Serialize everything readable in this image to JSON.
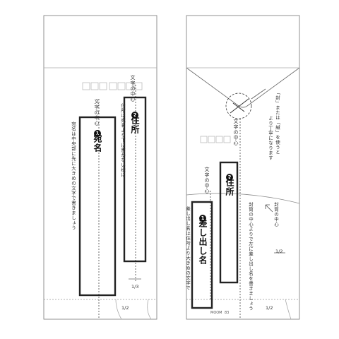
{
  "left": {
    "recipient_num": "1",
    "recipient_title": "宛名",
    "recipient_note": "宛名は中央部に先に大きめの文字で書きましょう",
    "address_num": "2",
    "address_title": "住所",
    "address_note": "住所は宛名より下に書かない様に",
    "center_label": "文字の中心",
    "frac_one_third": "1/3",
    "frac_one_half": "1/2"
  },
  "right": {
    "address_num": "2",
    "address_title": "住所",
    "sender_num": "1",
    "sender_title": "差し出し名",
    "sender_note": "差し出し名は住所より大きめの文字で",
    "center_label": "文字の中心",
    "seal_note_line1": "「封」または「緘」を使うと",
    "seal_note_line2": "より丁寧になります",
    "envelope_center": "封筒の中心",
    "envelope_center_note": "封筒の中心よりで左に差し出し名を書きましょう",
    "frac_one_half_top": "1/2",
    "frac_one_half_bottom": "1/2",
    "brand": "MOOM",
    "brand_code": "83"
  },
  "colors": {
    "line": "#555555",
    "box": "#222222",
    "fold": "#888888"
  }
}
